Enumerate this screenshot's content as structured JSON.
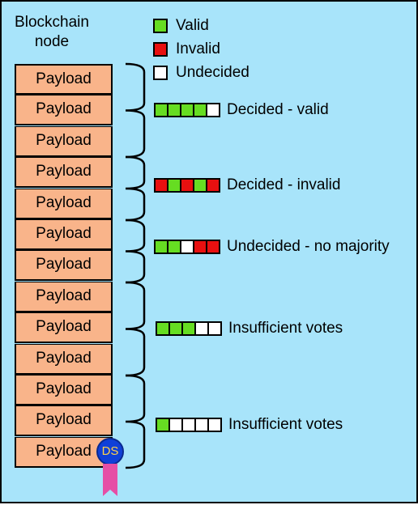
{
  "header": {
    "line1": "Blockchain",
    "line2": "node"
  },
  "chain": {
    "block_label": "Payload",
    "block_count": 13,
    "signature_label": "DS"
  },
  "legend": [
    {
      "key": "valid",
      "label": "Valid",
      "color": "#66dd22"
    },
    {
      "key": "invalid",
      "label": "Invalid",
      "color": "#e81010"
    },
    {
      "key": "undecided",
      "label": "Undecided",
      "color": "#ffffff"
    }
  ],
  "vote_rows": [
    {
      "label": "Decided - valid",
      "votes": [
        "valid",
        "valid",
        "valid",
        "valid",
        "undecided"
      ]
    },
    {
      "label": "Decided - invalid",
      "votes": [
        "invalid",
        "valid",
        "invalid",
        "valid",
        "invalid"
      ]
    },
    {
      "label": "Undecided - no majority",
      "votes": [
        "valid",
        "valid",
        "undecided",
        "invalid",
        "invalid"
      ]
    },
    {
      "label": "Insufficient votes",
      "votes": [
        "valid",
        "valid",
        "valid",
        "undecided",
        "undecided"
      ]
    },
    {
      "label": "Insufficient votes",
      "votes": [
        "valid",
        "undecided",
        "undecided",
        "undecided",
        "undecided"
      ]
    }
  ],
  "colors": {
    "background": "#a8e4fa",
    "payload_fill": "#f9b48a",
    "signature_badge": "#1040d8",
    "signature_text": "#ffd34a",
    "signature_ribbon": "#e54fa6"
  }
}
